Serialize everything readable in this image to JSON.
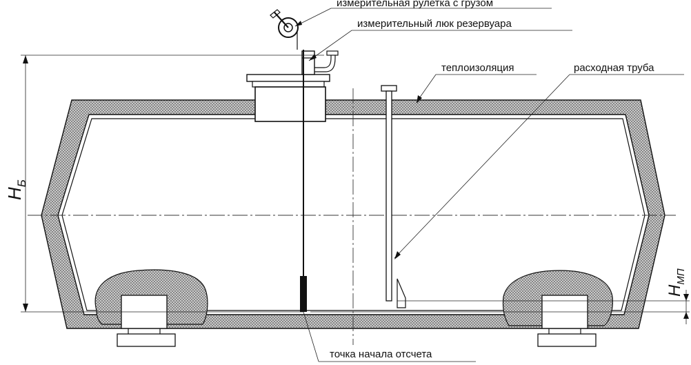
{
  "labels": {
    "tape": "измерительная рулетка с грузом",
    "hatch": "измерительный люк резервуара",
    "insulation": "теплоизоляция",
    "pipe": "расходная труба",
    "origin": "точка начала отсчета"
  },
  "dimensions": {
    "total_height": {
      "main": "H",
      "sub": "Б"
    },
    "pipe_height": {
      "main": "H",
      "sub": "МП"
    }
  },
  "colors": {
    "ink": "#111111",
    "hatch": "#7a7a7a",
    "background": "#ffffff"
  }
}
